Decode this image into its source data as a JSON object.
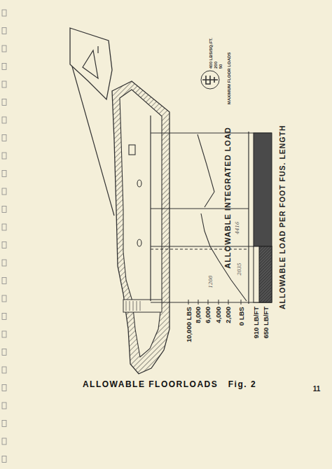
{
  "diagram": {
    "caption": "ALLOWABLE FLOORLOADS   Fig. 2",
    "labels": [
      "MAXIMUM FLOOR LOADS",
      "400 LBS/SQ.FT.",
      "200",
      "50",
      "ALLOWABLE INTEGRATED LOAD",
      "ALLOWABLE LOAD PER FOOT FUS. LENGTH",
      "4416",
      "2035",
      "1200",
      "10,000 LBS",
      "8,000",
      "6,000",
      "4,000",
      "2,000",
      "0 LBS",
      "910 LB/FT",
      "650 LB/FT",
      "11"
    ]
  }
}
